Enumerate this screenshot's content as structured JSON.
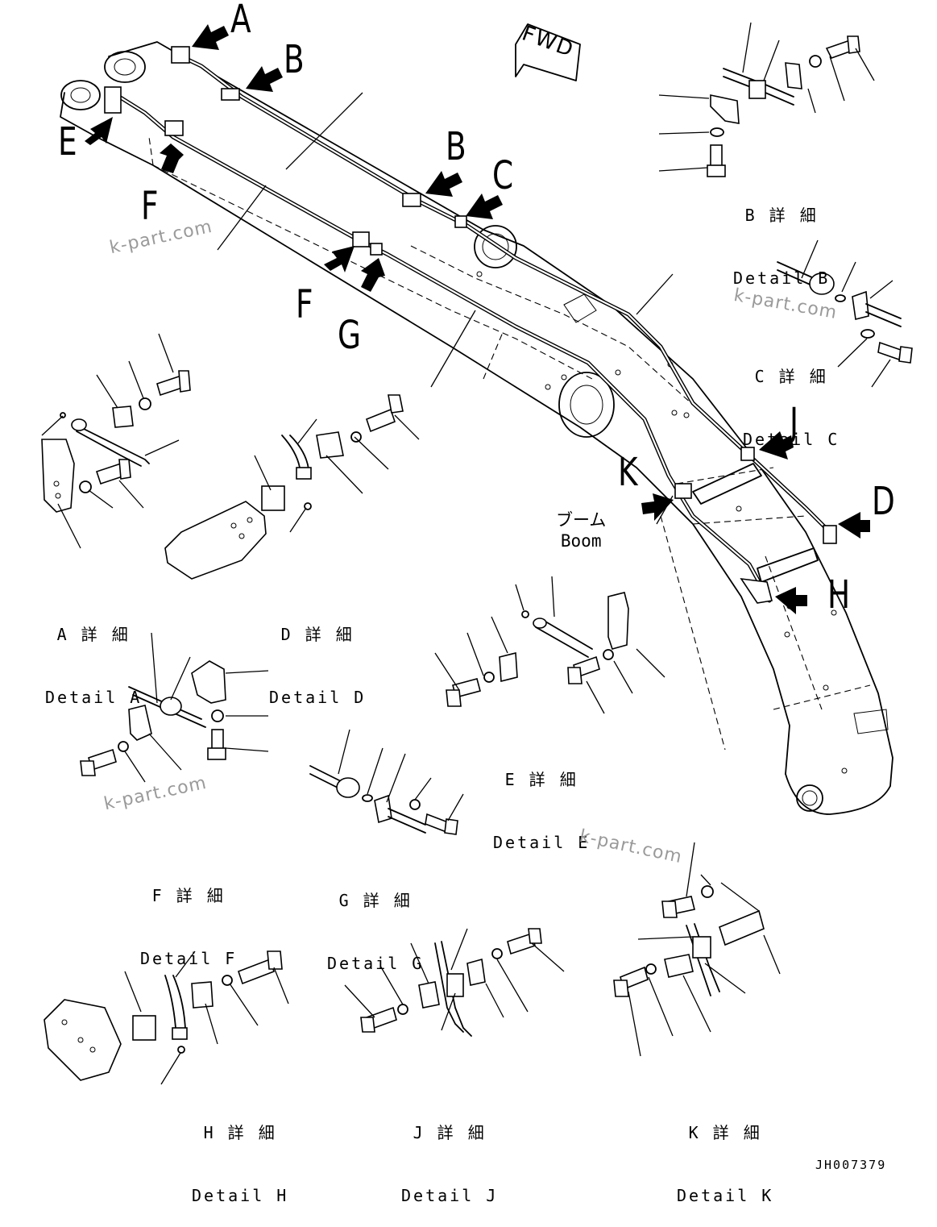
{
  "callouts": {
    "A": "A",
    "B_top": "B",
    "B_mid": "B",
    "C": "C",
    "D": "D",
    "E": "E",
    "F_top": "F",
    "F_mid": "F",
    "G": "G",
    "H": "H",
    "J": "J",
    "K": "K"
  },
  "fwd_label": "FWD",
  "boom": {
    "jp": "ブーム",
    "en": "Boom"
  },
  "details": {
    "A": {
      "jp": "A 詳 細",
      "en": "Detail A"
    },
    "B": {
      "jp": "B 詳 細",
      "en": "Detail B"
    },
    "C": {
      "jp": "C 詳 細",
      "en": "Detail C"
    },
    "D": {
      "jp": "D 詳 細",
      "en": "Detail D"
    },
    "E": {
      "jp": "E 詳 細",
      "en": "Detail E"
    },
    "F": {
      "jp": "F 詳 細",
      "en": "Detail F"
    },
    "G": {
      "jp": "G 詳 細",
      "en": "Detail G"
    },
    "H": {
      "jp": "H 詳 細",
      "en": "Detail H"
    },
    "J": {
      "jp": "J 詳 細",
      "en": "Detail J"
    },
    "K": {
      "jp": "K 詳 細",
      "en": "Detail K"
    }
  },
  "watermarks": [
    "k-part.com",
    "k-part.com",
    "k-part.com",
    "k-part.com"
  ],
  "drawing_code": "JH007379"
}
